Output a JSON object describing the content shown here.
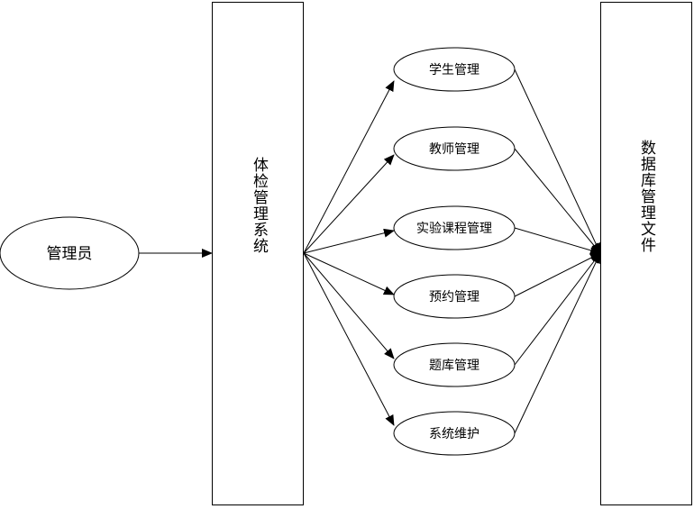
{
  "actor": {
    "label": "管理员"
  },
  "system": {
    "label": "体检管理系统"
  },
  "modules": [
    {
      "label": "学生管理"
    },
    {
      "label": "教师管理"
    },
    {
      "label": "实验课程管理"
    },
    {
      "label": "预约管理"
    },
    {
      "label": "题库管理"
    },
    {
      "label": "系统维护"
    }
  ],
  "storage": {
    "label": "数据库管理文件"
  }
}
